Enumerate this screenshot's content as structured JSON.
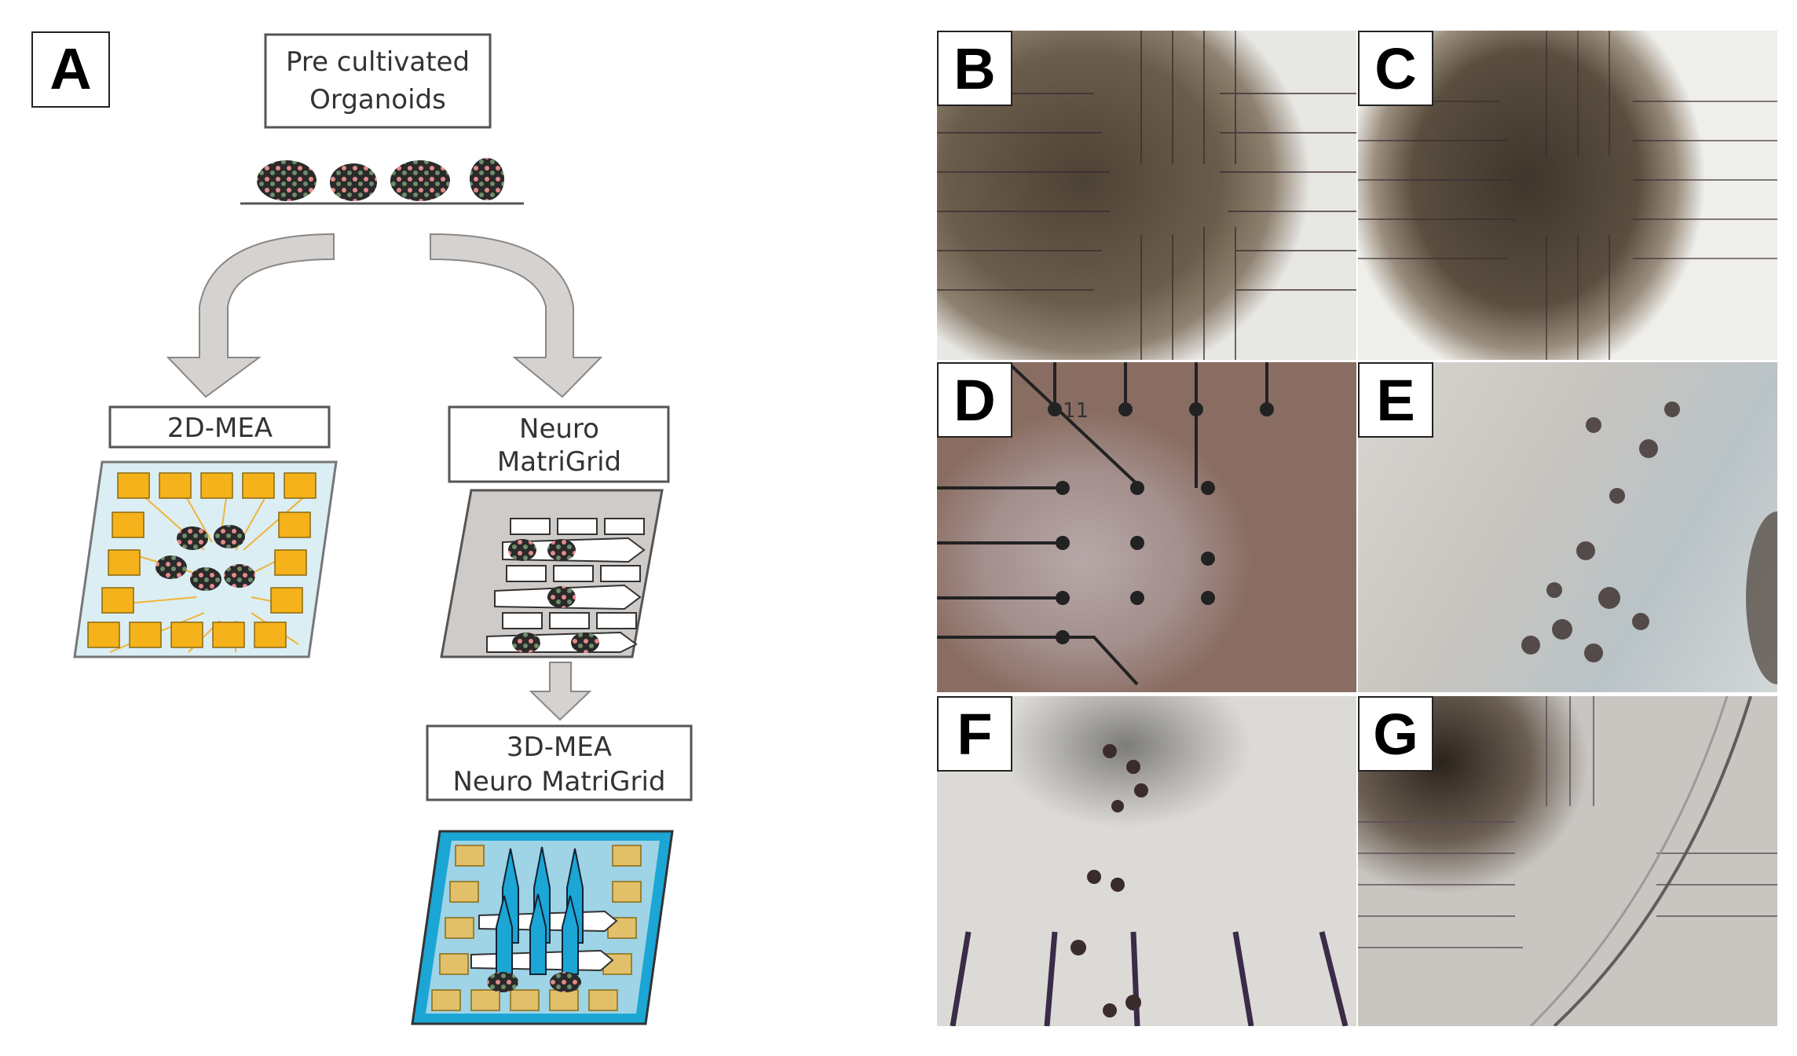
{
  "panel_a": {
    "label": "A",
    "top_box": [
      "Pre cultivated",
      "Organoids"
    ],
    "left_box": "2D-MEA",
    "right_box": [
      "Neuro",
      "MatriGrid"
    ],
    "bottom_box": [
      "3D-MEA",
      "Neuro MatriGrid"
    ]
  },
  "micrographs": [
    {
      "label": "B"
    },
    {
      "label": "C"
    },
    {
      "label": "D",
      "electrode_number": "11"
    },
    {
      "label": "E"
    },
    {
      "label": "F"
    },
    {
      "label": "G"
    }
  ],
  "colors": {
    "pad": "#f5b21b",
    "chip_2d": "#dbeef3",
    "chip_3d": "#1ba6d6",
    "grid": "#cfcbc8",
    "arrow": "#d5d2cf"
  }
}
